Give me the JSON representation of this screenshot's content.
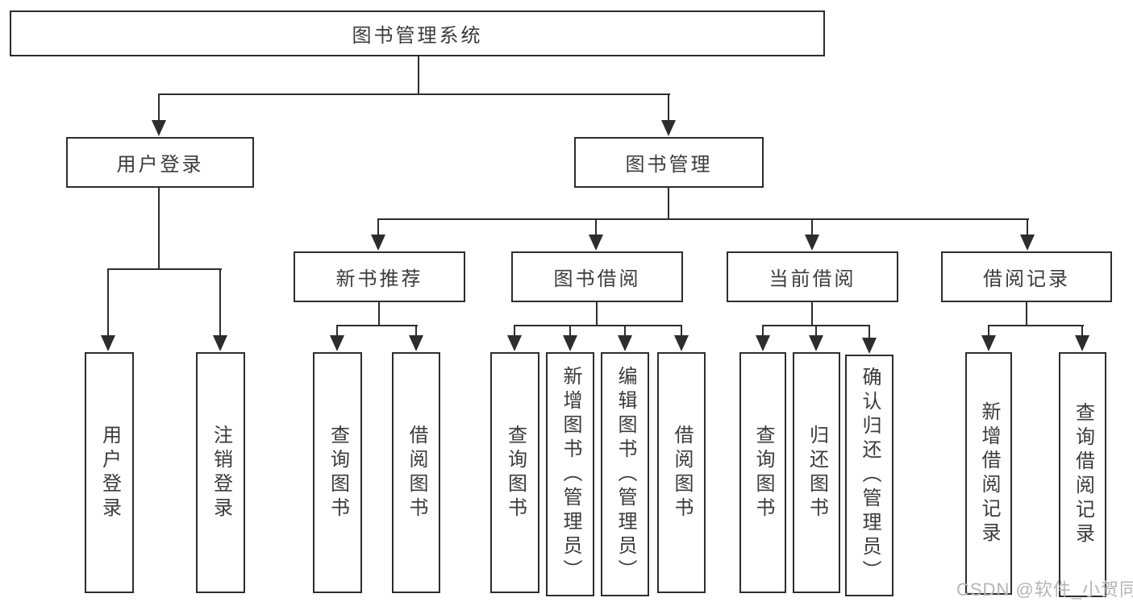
{
  "colors": {
    "line": "#2d2d2d",
    "border": "#2d2d2d",
    "text": "#3b3b3b",
    "background": "#ffffff",
    "watermark": "#b5b5b5"
  },
  "watermark": "CSDN @软件_小贺同学",
  "tree": {
    "root": {
      "label": "图书管理系统"
    },
    "branches": [
      {
        "label": "用户登录",
        "children": [
          {
            "label": "用户登录"
          },
          {
            "label": "注销登录"
          }
        ]
      },
      {
        "label": "图书管理",
        "children": [
          {
            "label": "新书推荐",
            "children": [
              {
                "label": "查询图书"
              },
              {
                "label": "借阅图书"
              }
            ]
          },
          {
            "label": "图书借阅",
            "children": [
              {
                "label": "查询图书"
              },
              {
                "label": "新增图书（管理员）"
              },
              {
                "label": "编辑图书（管理员）"
              },
              {
                "label": "借阅图书"
              }
            ]
          },
          {
            "label": "当前借阅",
            "children": [
              {
                "label": "查询图书"
              },
              {
                "label": "归还图书"
              },
              {
                "label": "确认归还（管理员）"
              }
            ]
          },
          {
            "label": "借阅记录",
            "children": [
              {
                "label": "新增借阅记录"
              },
              {
                "label": "查询借阅记录"
              }
            ]
          }
        ]
      }
    ]
  }
}
